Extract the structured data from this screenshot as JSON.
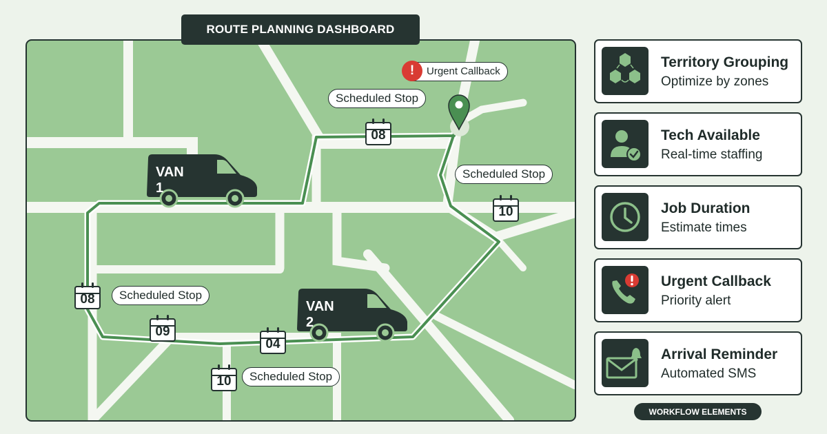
{
  "header": {
    "title": "ROUTE PLANNING DASHBOARD"
  },
  "map": {
    "vans": [
      {
        "label": "VAN 1",
        "icon": "van-icon"
      },
      {
        "label": "VAN 2",
        "icon": "van-icon"
      }
    ],
    "urgent_callout": {
      "label": "Urgent Callback",
      "icon": "exclamation-icon"
    },
    "stop_callouts": [
      "Scheduled Stop",
      "Scheduled Stop",
      "Scheduled Stop",
      "Scheduled Stop"
    ],
    "calendar_badges": [
      "08",
      "10",
      "08",
      "09",
      "04",
      "10"
    ],
    "colors": {
      "map_bg": "#9bc995",
      "road": "#f4f7f1",
      "route": "#4a8f52",
      "urgent": "#d93b33"
    }
  },
  "workflow": {
    "cards": [
      {
        "title": "Territory Grouping",
        "subtitle": "Optimize by zones",
        "icon": "hexagon-group-icon"
      },
      {
        "title": "Tech Available",
        "subtitle": "Real-time staffing",
        "icon": "user-check-icon"
      },
      {
        "title": "Job Duration",
        "subtitle": "Estimate times",
        "icon": "clock-icon"
      },
      {
        "title": "Urgent Callback",
        "subtitle": "Priority alert",
        "icon": "phone-alert-icon"
      },
      {
        "title": "Arrival Reminder",
        "subtitle": "Automated SMS",
        "icon": "envelope-bell-icon"
      }
    ],
    "footer_label": "WORKFLOW ELEMENTS"
  }
}
